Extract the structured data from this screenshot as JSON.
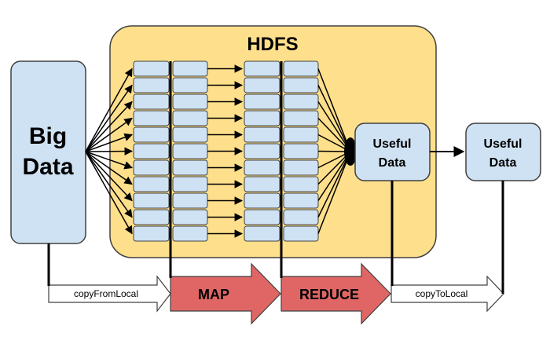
{
  "diagram": {
    "hdfs_label": "HDFS",
    "big_data": {
      "line1": "Big",
      "line2": "Data"
    },
    "useful_data_inner": {
      "line1": "Useful",
      "line2": "Data"
    },
    "useful_data_outer": {
      "line1": "Useful",
      "line2": "Data"
    },
    "steps": {
      "copy_from_local": "copyFromLocal",
      "map": "MAP",
      "reduce": "REDUCE",
      "copy_to_local": "copyToLocal"
    },
    "colors": {
      "hdfs_fill": "#fedf8b",
      "box_fill": "#cfe2f3",
      "step_fill": "#e06666",
      "outline": "#404040"
    }
  }
}
